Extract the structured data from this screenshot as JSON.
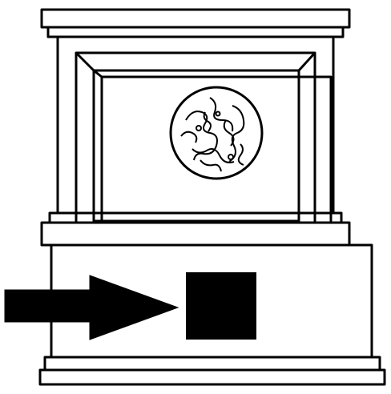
{
  "diagram": {
    "subject": "architectural-pedestal-display",
    "colors": {
      "stroke": "#000000",
      "background": "#ffffff",
      "fill_solid": "#000000"
    },
    "elements": {
      "top_cornice": "cornice",
      "upper_frame": "frame-upper",
      "inner_panel": "inner-panel",
      "medallion": "coin-medallion",
      "middle_ledge": "middle-ledge",
      "lower_base": "lower-base",
      "bottom_plinth": "bottom-plinth",
      "arrow": "right-arrow",
      "square": "solid-square"
    }
  }
}
